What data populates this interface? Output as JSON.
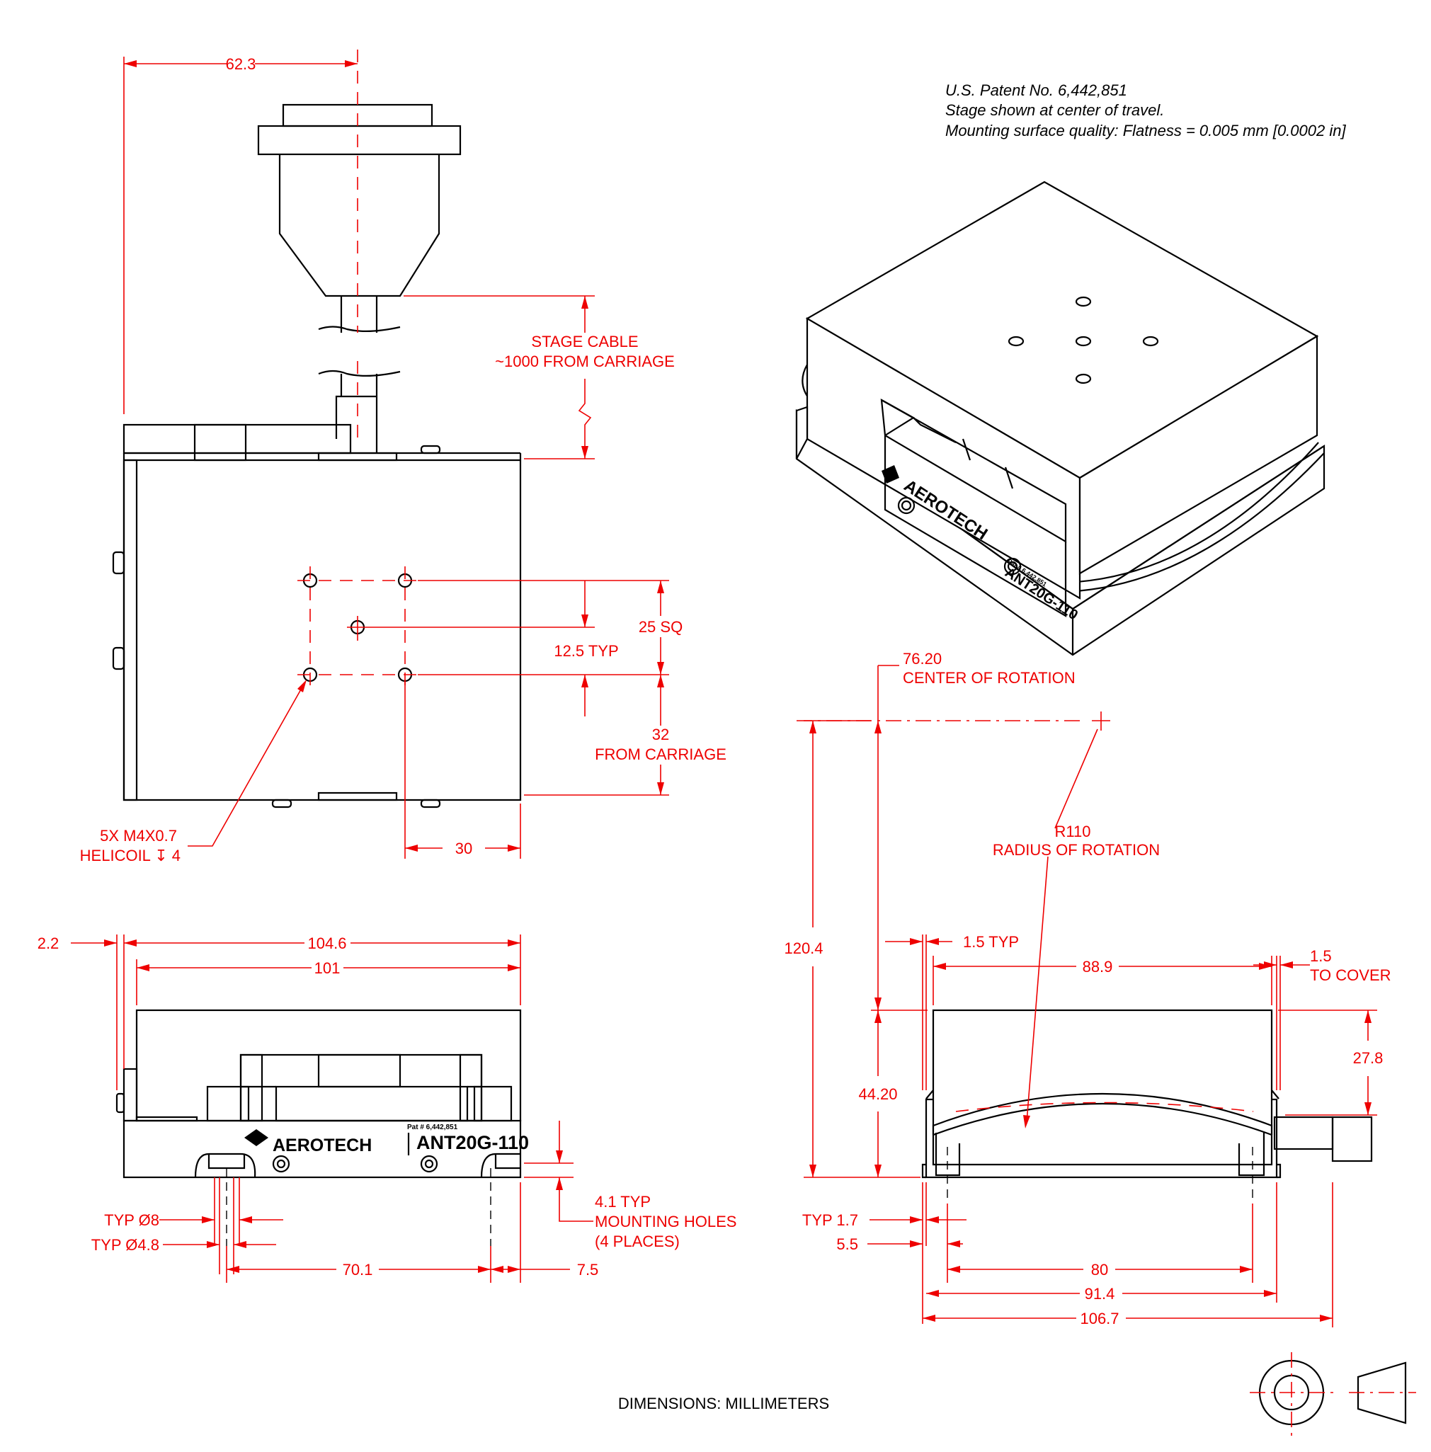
{
  "notes": {
    "patent": "U.S. Patent No. 6,442,851",
    "center": "Stage shown at center of travel.",
    "flatness": "Mounting surface quality: Flatness = 0.005 mm [0.0002 in]"
  },
  "footer": {
    "units": "DIMENSIONS:  MILLIMETERS"
  },
  "product": {
    "brand": "AEROTECH",
    "model": "ANT20G-110",
    "patent_mark": "Pat # 6,442,851"
  },
  "top_view": {
    "cable_offset": "62.3",
    "cable_label_1": "STAGE CABLE",
    "cable_label_2": "~1000 FROM CARRIAGE",
    "sq": "25 SQ",
    "half": "12.5 TYP",
    "from_carriage_value": "32",
    "from_carriage_label": "FROM CARRIAGE",
    "hole_callout_1": "5X M4X0.7",
    "hole_callout_2": "HELICOIL ↧ 4",
    "edge_offset": "30"
  },
  "front_view": {
    "base_lip": "2.2",
    "overall_width": "104.6",
    "top_width": "101",
    "cbore_dia": "TYP  Ø8",
    "thru_dia": "TYP  Ø4.8",
    "hole_spacing": "70.1",
    "edge_offset": "7.5",
    "depth_1": "4.1 TYP",
    "depth_2": "MOUNTING HOLES",
    "depth_3": "(4 PLACES)"
  },
  "side_view": {
    "rotation_value": "76.20",
    "rotation_label": "CENTER OF ROTATION",
    "radius_value": "R110",
    "radius_label": "RADIUS OF ROTATION",
    "overall_height": "120.4",
    "edge_gap": "1.5 TYP",
    "top_width": "88.9",
    "cover_gap_value": "1.5",
    "cover_gap_label": "TO COVER",
    "carriage_height": "27.8",
    "table_height": "44.20",
    "base_lip": "TYP 1.7",
    "hole_offset": "5.5",
    "hole_spacing": "80",
    "base_width": "91.4",
    "overall_width": "106.7"
  }
}
